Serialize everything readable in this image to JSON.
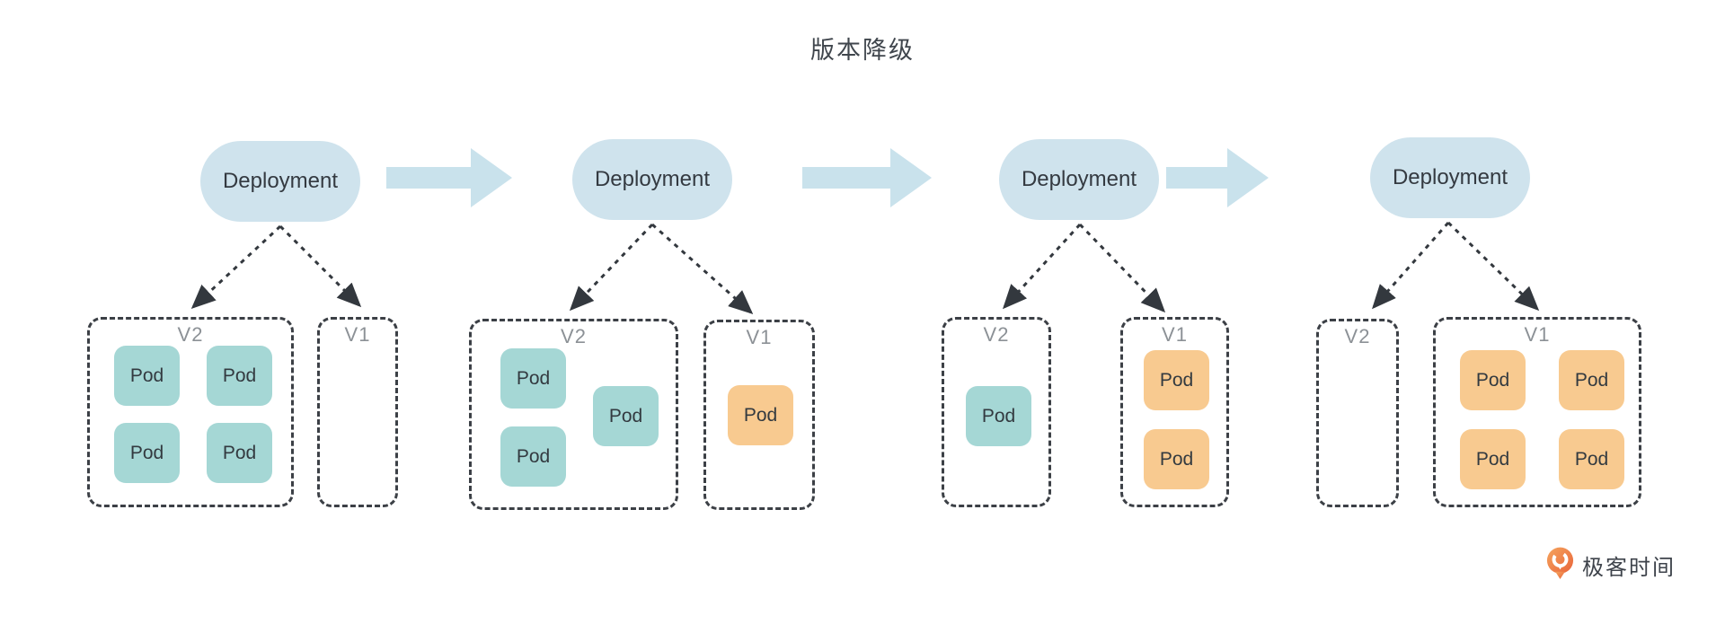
{
  "title": "版本降级",
  "stages": [
    {
      "deployment_label": "Deployment",
      "groups": [
        {
          "version": "V2",
          "pods": [
            {
              "label": "Pod"
            },
            {
              "label": "Pod"
            },
            {
              "label": "Pod"
            },
            {
              "label": "Pod"
            }
          ]
        },
        {
          "version": "V1",
          "pods": []
        }
      ]
    },
    {
      "deployment_label": "Deployment",
      "groups": [
        {
          "version": "V2",
          "pods": [
            {
              "label": "Pod"
            },
            {
              "label": "Pod"
            },
            {
              "label": "Pod"
            }
          ]
        },
        {
          "version": "V1",
          "pods": [
            {
              "label": "Pod"
            }
          ]
        }
      ]
    },
    {
      "deployment_label": "Deployment",
      "groups": [
        {
          "version": "V2",
          "pods": [
            {
              "label": "Pod"
            }
          ]
        },
        {
          "version": "V1",
          "pods": [
            {
              "label": "Pod"
            },
            {
              "label": "Pod"
            }
          ]
        }
      ]
    },
    {
      "deployment_label": "Deployment",
      "groups": [
        {
          "version": "V2",
          "pods": []
        },
        {
          "version": "V1",
          "pods": [
            {
              "label": "Pod"
            },
            {
              "label": "Pod"
            },
            {
              "label": "Pod"
            },
            {
              "label": "Pod"
            }
          ]
        }
      ]
    }
  ],
  "logo": {
    "text": "极客时间"
  },
  "colors": {
    "deployment_fill": "#cfe3ed",
    "flow_arrow_fill": "#c9e2ec",
    "pod_v2_fill": "#a5d7d5",
    "pod_v1_fill": "#f8ca90",
    "dashed_border": "#3c4046",
    "version_label": "#8c9196",
    "title_text": "#40464d",
    "logo_orange": "#ec6f3c"
  }
}
